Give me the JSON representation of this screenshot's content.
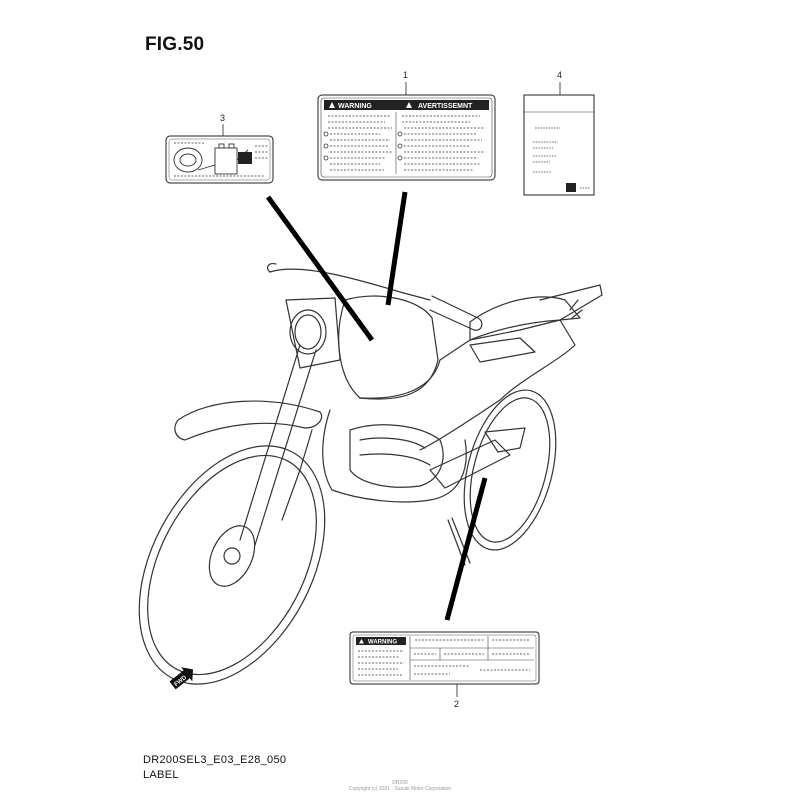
{
  "figure": {
    "title": "FIG.50",
    "diagram_code": "DR200SEL3_E03_E28_050",
    "caption": "LABEL"
  },
  "callouts": [
    {
      "number": "1",
      "label_text_left": "WARNING",
      "label_text_right": "AVERTISSEMNT"
    },
    {
      "number": "2",
      "label_text_left": "WARNING"
    },
    {
      "number": "3"
    },
    {
      "number": "4"
    }
  ],
  "direction_marker": "FWD",
  "footer_lines": [
    "DR200",
    "Copyright (c) 2021 - Suzuki Motor Corporation"
  ],
  "colors": {
    "line": "#222222",
    "background": "#ffffff"
  }
}
